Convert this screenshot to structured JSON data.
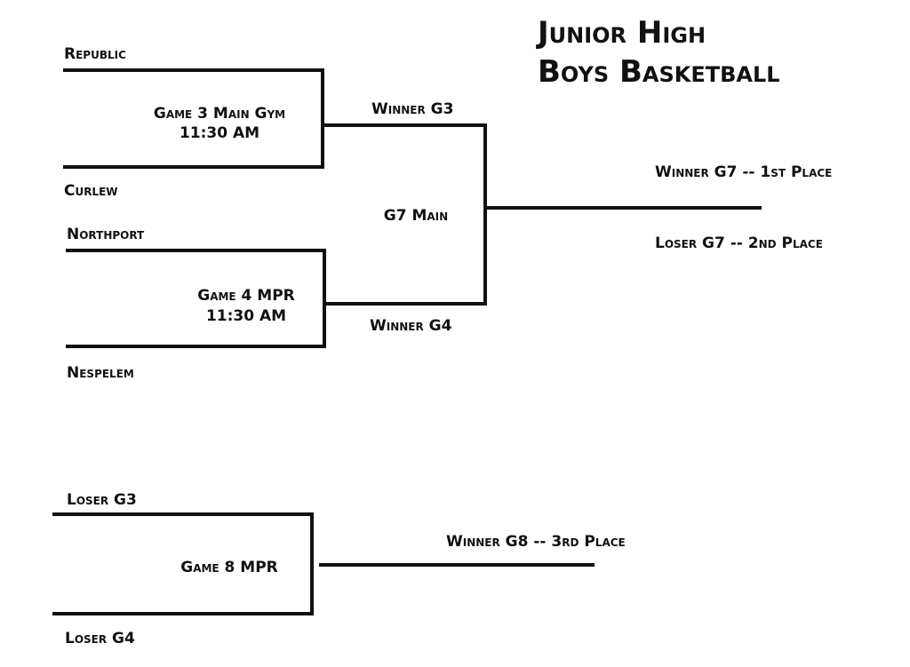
{
  "title": {
    "line1": "Junior High",
    "line2": "Boys Basketball"
  },
  "teams": {
    "republic": "Republic",
    "curlew": "Curlew",
    "northport": "Northport",
    "nespelem": "Nespelem"
  },
  "games": {
    "game3_name": "Game 3 Main Gym",
    "game3_time": "11:30 AM",
    "game4_name": "Game 4 MPR",
    "game4_time": "11:30 AM",
    "game7_name": "G7 Main",
    "game8_name": "Game 8 MPR"
  },
  "slots": {
    "winner_g3": "Winner G3",
    "winner_g4": "Winner G4",
    "loser_g3": "Loser G3",
    "loser_g4": "Loser G4"
  },
  "results": {
    "first_place": "Winner G7 -- 1st Place",
    "second_place": "Loser G7 -- 2nd Place",
    "third_place": "Winner G8 -- 3rd Place"
  },
  "colors": {
    "ink": "#111111",
    "background": "#ffffff"
  }
}
